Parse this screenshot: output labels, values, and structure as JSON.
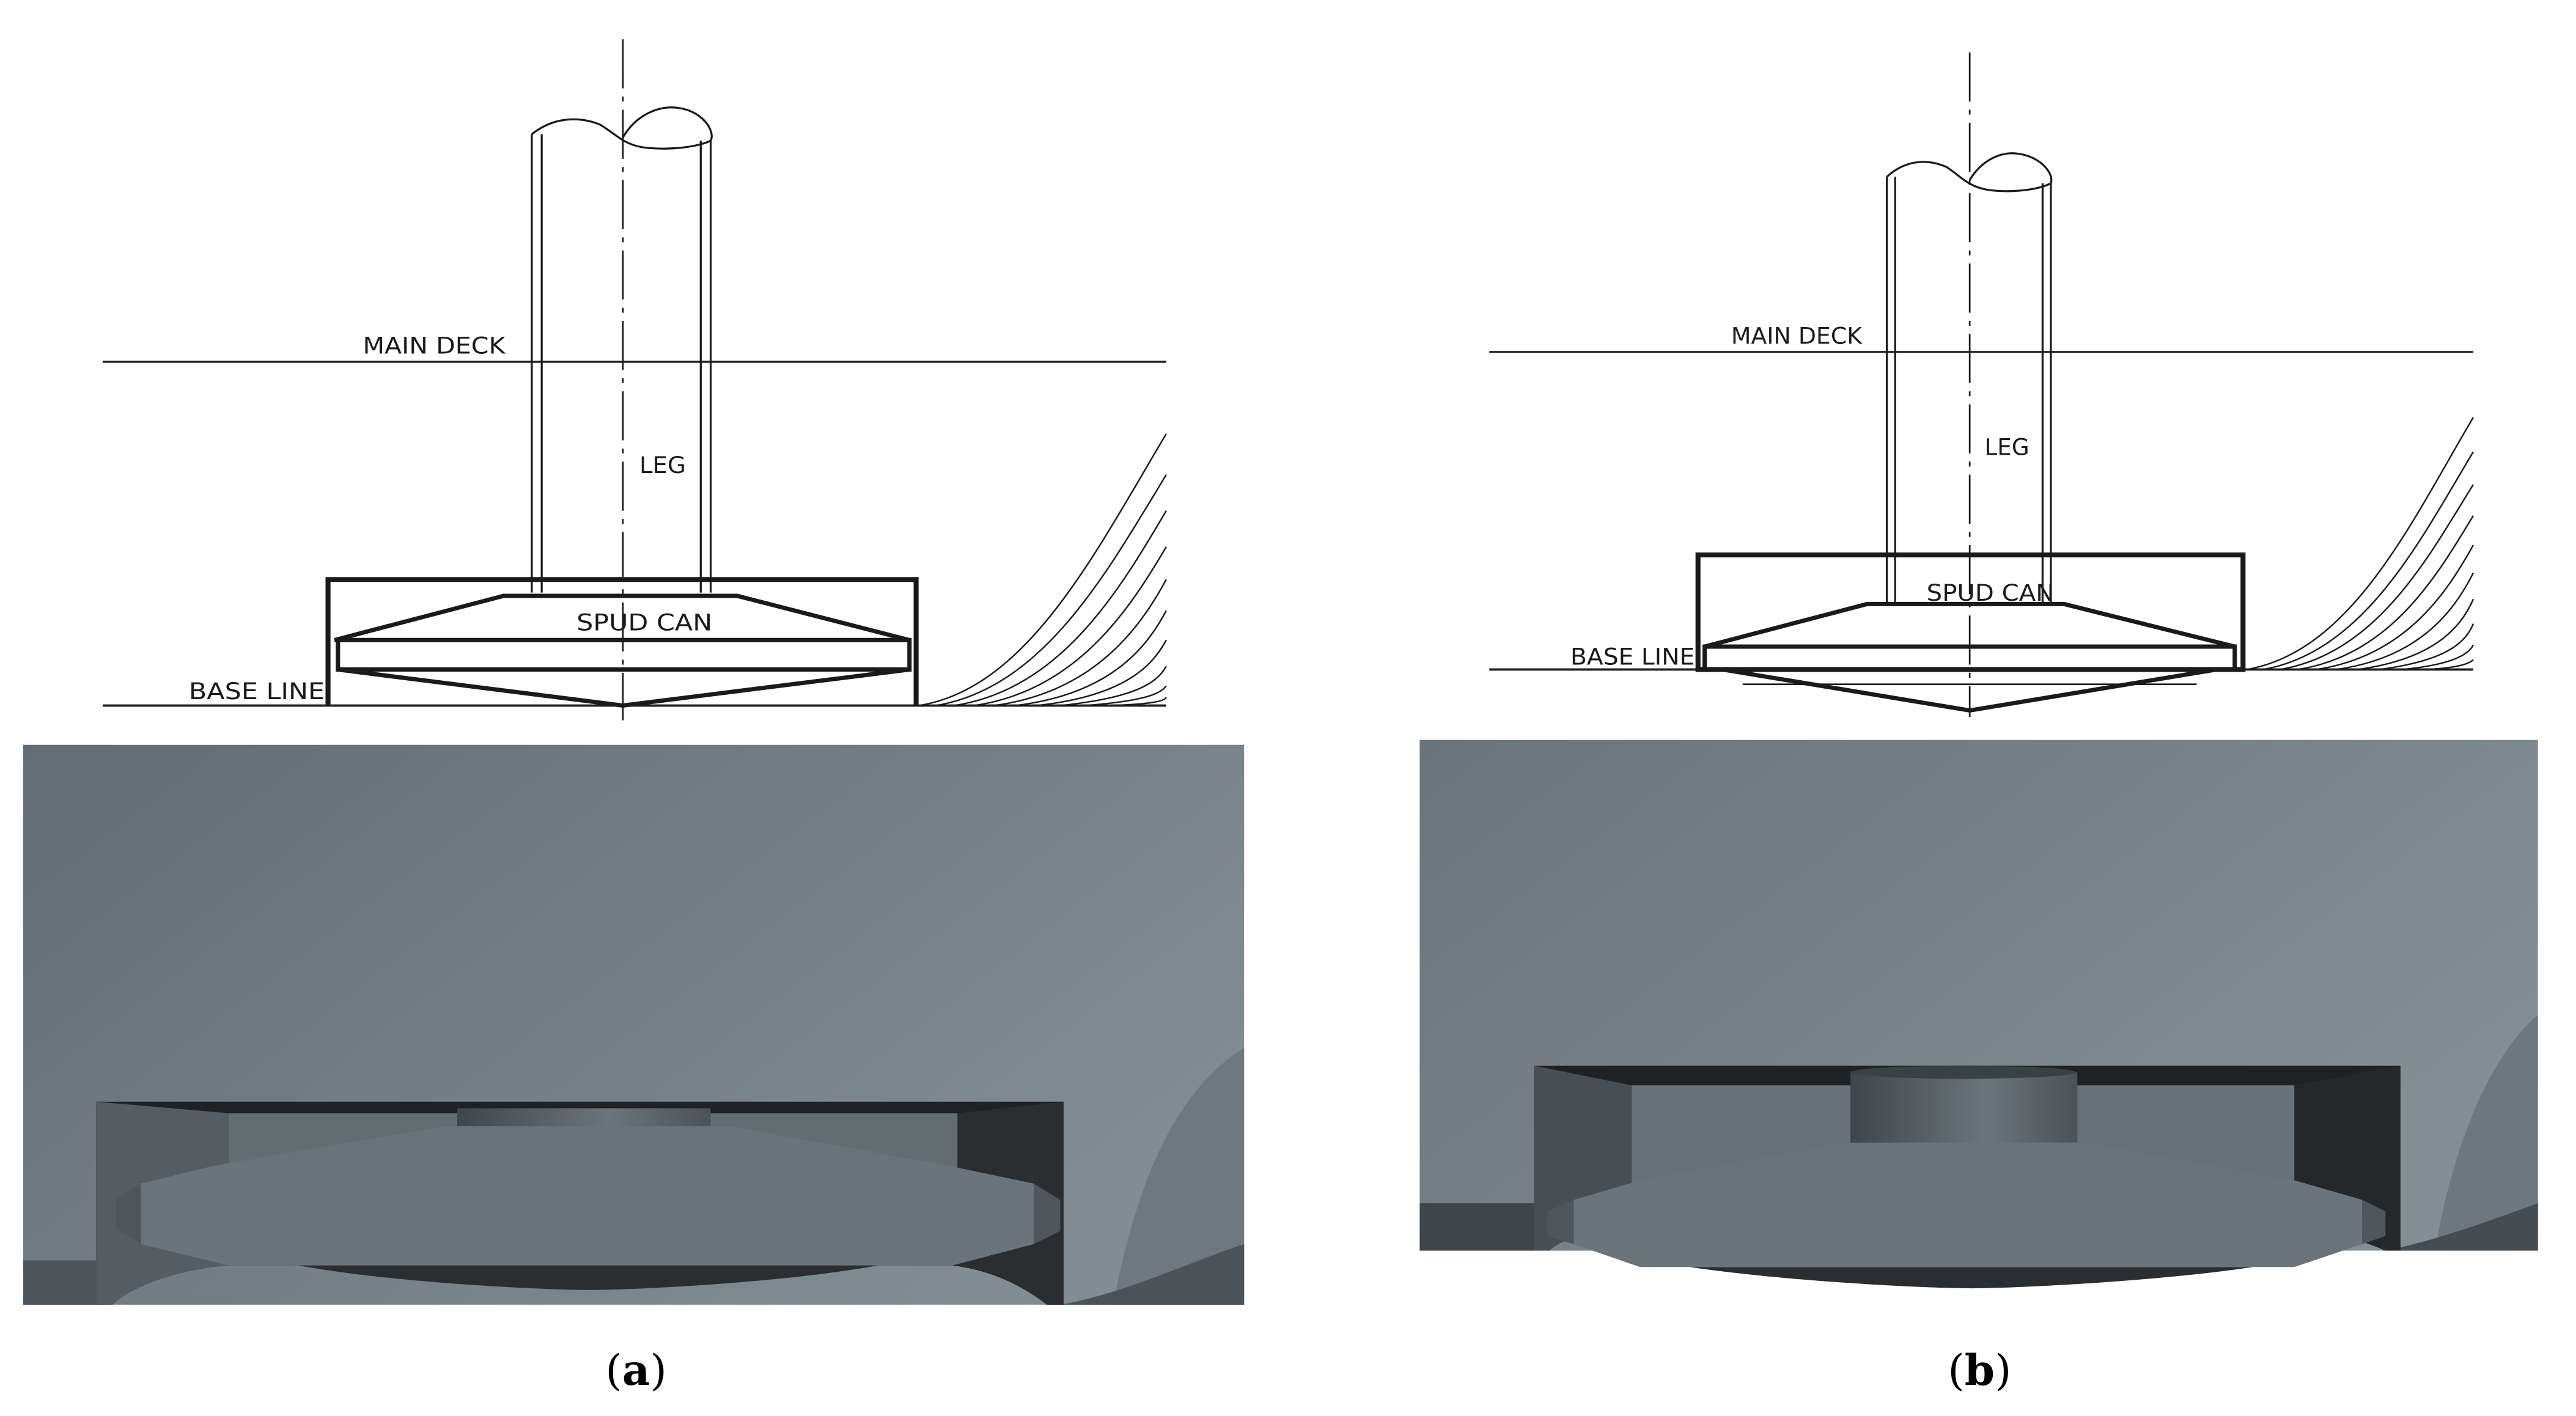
{
  "panels": [
    {
      "id": "a",
      "caption": {
        "open": "(",
        "letter": "a",
        "close": ")"
      },
      "labels": {
        "main_deck": "MAIN DECK",
        "leg": "LEG",
        "spud_can": "SPUD CAN",
        "base_line": "BASE LINE"
      }
    },
    {
      "id": "b",
      "caption": {
        "open": "(",
        "letter": "b",
        "close": ")"
      },
      "labels": {
        "main_deck": "MAIN DECK",
        "leg": "LEG",
        "spud_can": "SPUD CAN",
        "base_line": "BASE LINE"
      }
    }
  ],
  "colors": {
    "line": "#1a1a1a",
    "hull_light": "#7b858c",
    "hull_dark": "#5f686e",
    "recess_dark": "#1f2225",
    "spudcan_face": "#6a7379"
  }
}
